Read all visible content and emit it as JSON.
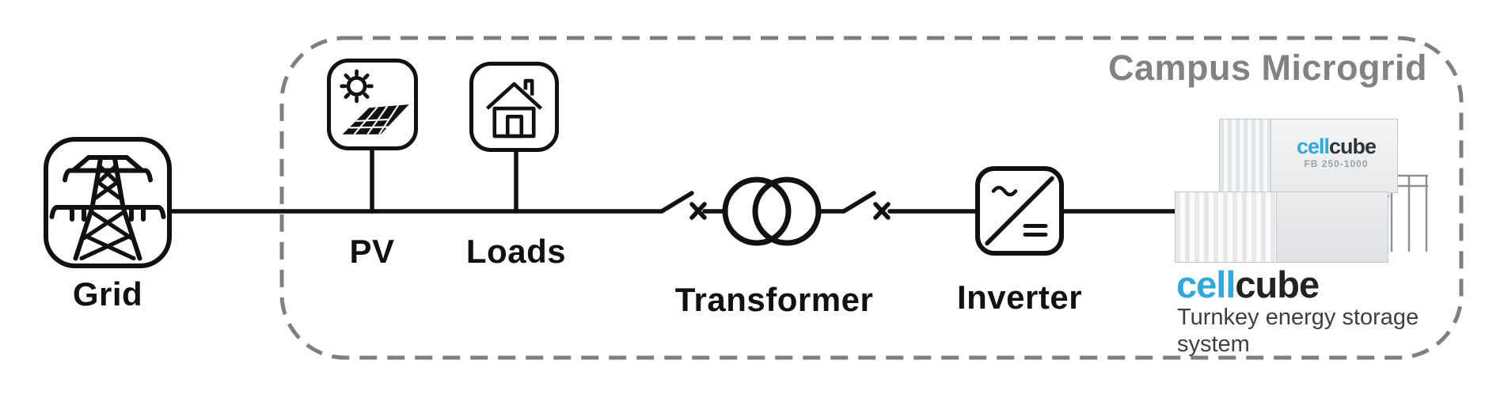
{
  "title": "Campus Microgrid",
  "nodes": {
    "grid": {
      "label": "Grid",
      "icon": "transmission-tower-icon"
    },
    "pv": {
      "label": "PV",
      "icon": "sun-solar-panel-icon"
    },
    "loads": {
      "label": "Loads",
      "icon": "house-icon"
    },
    "transformer": {
      "label": "Transformer",
      "icon": "overlapping-circles-transformer-icon"
    },
    "inverter": {
      "label": "Inverter",
      "icon": "ac-dc-inverter-icon"
    }
  },
  "storage": {
    "brand_part1": "cell",
    "brand_part2": "cube",
    "model": "FB 250-1000",
    "tagline": [
      "Turnkey energy storage",
      "system"
    ]
  },
  "symbols": [
    "disconnect-switch-icon",
    "fault-x-marker",
    "bus-line"
  ],
  "colors": {
    "line_black": "#111111",
    "boundary_gray": "#7f7f7f",
    "title_gray": "#828282",
    "brand_blue": "#2fa9e1",
    "brand_dark": "#232323",
    "tagline_gray": "#3f3f3f"
  }
}
